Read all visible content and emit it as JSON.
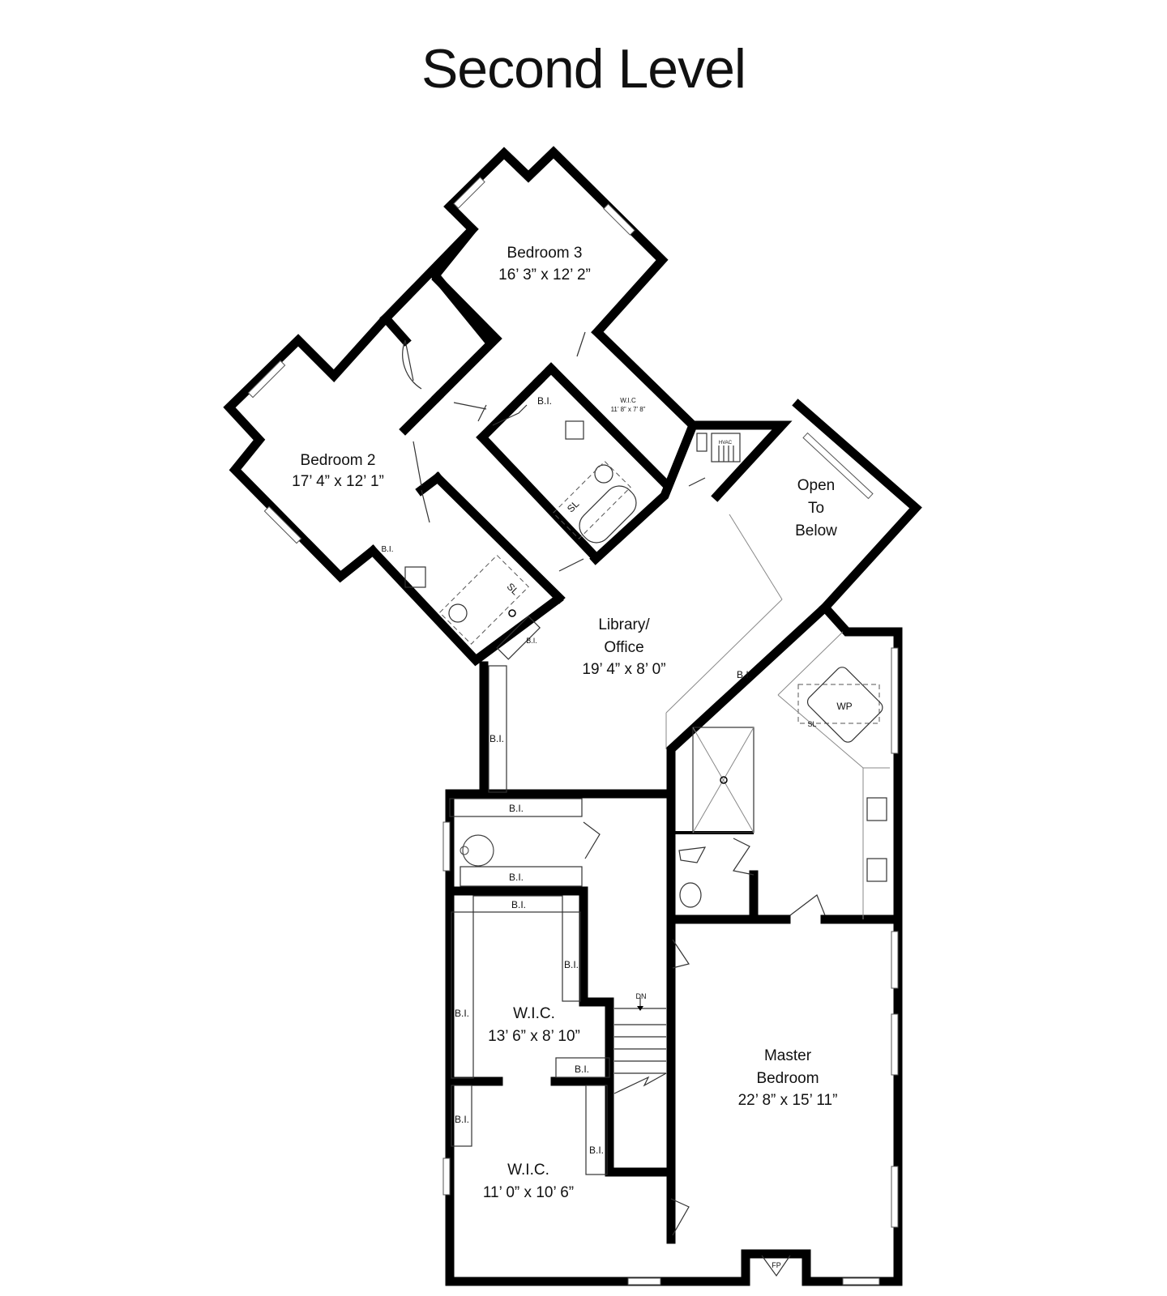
{
  "title": "Second Level",
  "rooms": {
    "bedroom3": {
      "name": "Bedroom 3",
      "dims": "16’ 3” x 12’ 2”"
    },
    "bedroom2": {
      "name": "Bedroom 2",
      "dims": "17’ 4” x 12’ 1”"
    },
    "open_below": {
      "line1": "Open",
      "line2": "To",
      "line3": "Below"
    },
    "library": {
      "line1": "Library/",
      "line2": "Office",
      "dims": "19’ 4” x 8’ 0”"
    },
    "wic_small": {
      "name": "W.I.C",
      "dims": "11’ 8” x 7’ 8”"
    },
    "wic_upper": {
      "name": "W.I.C.",
      "dims": "13’ 6” x 8’ 10”"
    },
    "wic_lower": {
      "name": "W.I.C.",
      "dims": "11’ 0” x 10’ 6”"
    },
    "master": {
      "line1": "Master",
      "line2": "Bedroom",
      "dims": "22’ 8” x 15’ 11”"
    }
  },
  "labels": {
    "bi": "B.I.",
    "sl": "SL",
    "wp": "WP",
    "hvac": "HVAC",
    "dn": "DN",
    "fp": "FP"
  }
}
